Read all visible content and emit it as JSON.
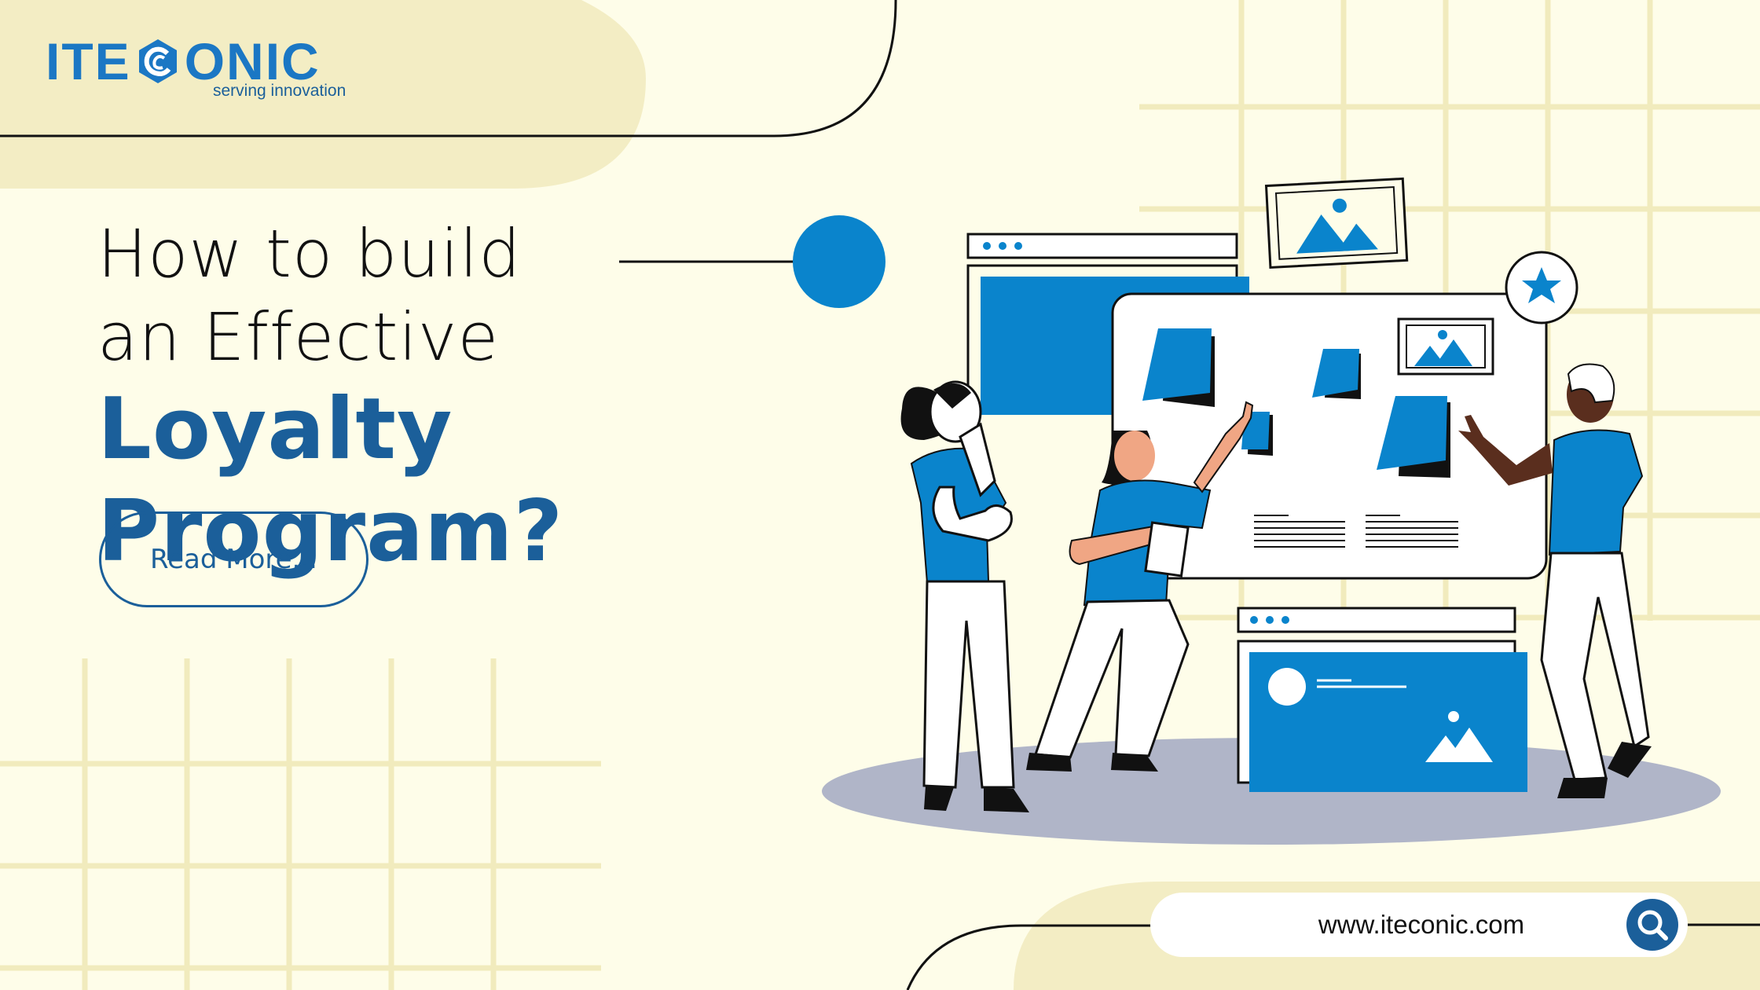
{
  "brand": {
    "name_left": "ITE",
    "name_right": "ONIC",
    "tagline": "serving innovation"
  },
  "headline": {
    "line1": "How to build",
    "line2": "an Effective",
    "line3": "Loyalty Program?"
  },
  "cta": {
    "label": "Read More..."
  },
  "footer": {
    "url": "www.iteconic.com"
  },
  "icons": [
    "logo-c-icon",
    "arrow-right-icon",
    "search-icon",
    "star-icon",
    "image-icon"
  ],
  "colors": {
    "background": "#fefde9",
    "accent_blue": "#0a84cc",
    "dark_blue": "#1b5f9a",
    "grid": "#f1ebbd",
    "blob": "#f3edc4",
    "shadow": "#b0b5c8"
  }
}
